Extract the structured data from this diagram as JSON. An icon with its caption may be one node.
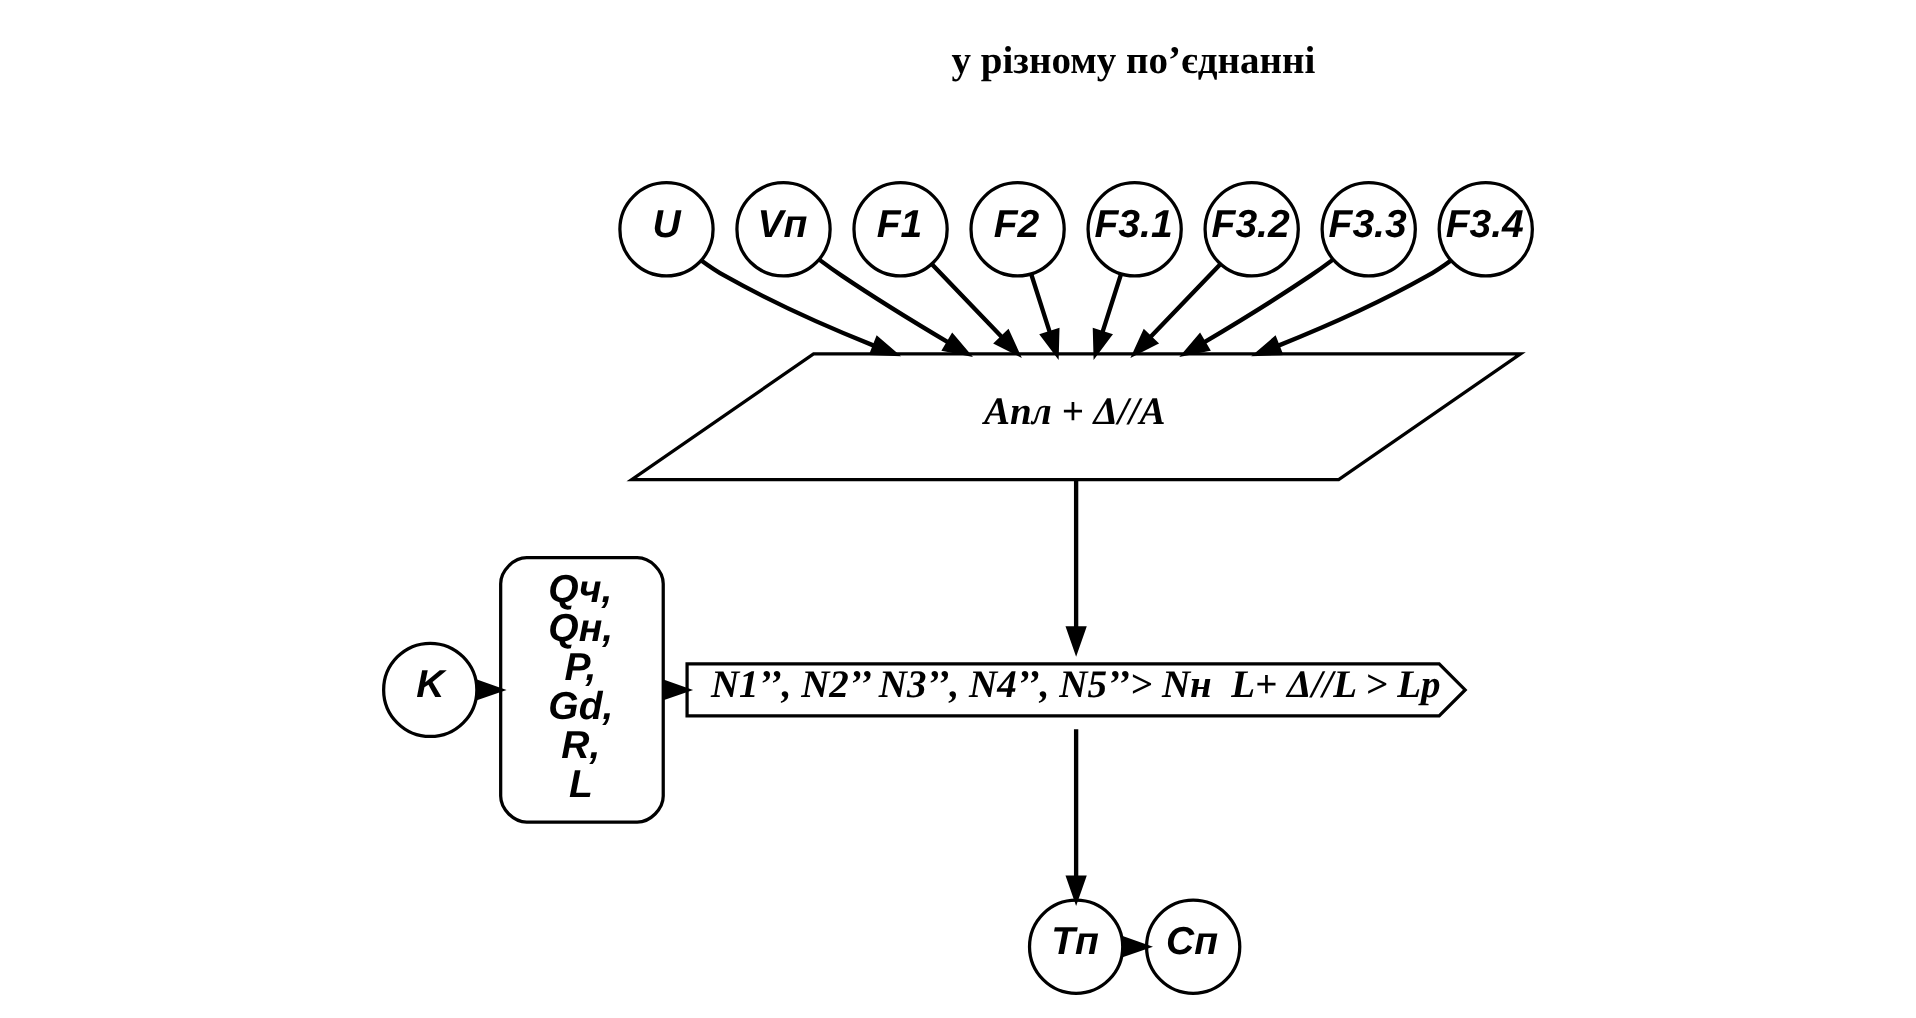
{
  "diagram": {
    "nodes": [
      {
        "text": [
          "U"
        ]
      },
      {
        "text": [
          "Vп"
        ]
      },
      {
        "text": [
          "F1"
        ]
      },
      {
        "text": [
          "F2"
        ]
      },
      {
        "text": [
          "F3.1"
        ]
      },
      {
        "text": [
          "F3.2"
        ]
      },
      {
        "text": [
          "F3.3"
        ]
      },
      {
        "text": [
          "F3.4"
        ]
      },
      {
        "text": [
          "Aпл + Δ//A"
        ]
      },
      {
        "text": [
          "K"
        ]
      },
      {
        "text": [
          "Qч,",
          "Qн,",
          "P,",
          "Gd,",
          "R,",
          "L"
        ]
      },
      {
        "text": [
          "N1’’, N2’’ N3’’, N4’’, N5’’> Nн  L+ Δ//L > Lp"
        ]
      },
      {
        "text": [
          "Tп"
        ]
      },
      {
        "text": [
          "Cп"
        ]
      }
    ],
    "edges": [
      {
        "from": 0,
        "to": 8,
        "arrow": "to"
      },
      {
        "from": 1,
        "to": 8,
        "arrow": "to"
      },
      {
        "from": 2,
        "to": 8,
        "arrow": "to"
      },
      {
        "from": 3,
        "to": 8,
        "arrow": "to"
      },
      {
        "from": 4,
        "to": 8,
        "arrow": "to"
      },
      {
        "from": 5,
        "to": 8,
        "arrow": "to"
      },
      {
        "from": 6,
        "to": 8,
        "arrow": "to"
      },
      {
        "from": 7,
        "to": 8,
        "arrow": "to"
      },
      {
        "from": 8,
        "to": 11,
        "arrow": "to"
      },
      {
        "from": 9,
        "to": 10,
        "arrow": "to"
      },
      {
        "from": 10,
        "to": 11,
        "arrow": "to"
      },
      {
        "from": 11,
        "to": 12,
        "arrow": "to"
      },
      {
        "from": 12,
        "to": 13,
        "arrow": "to"
      }
    ],
    "labels": [
      "у різному по’єднанні"
    ]
  }
}
